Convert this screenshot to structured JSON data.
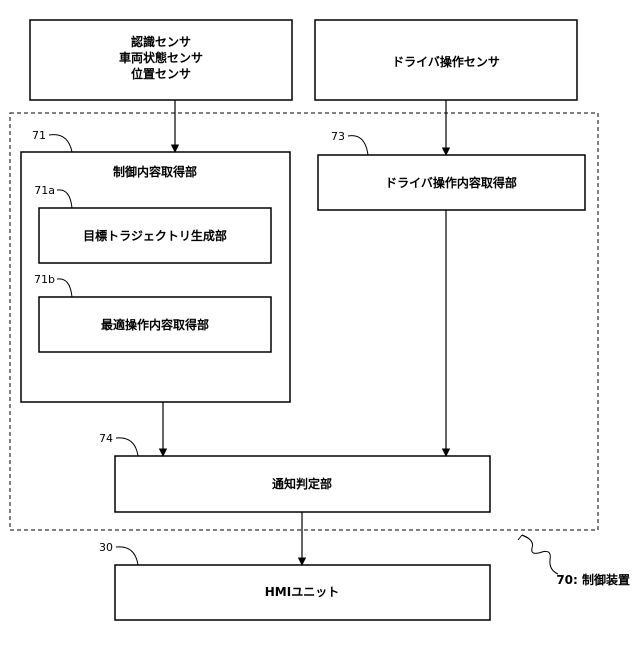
{
  "blocks": {
    "sensors": {
      "lines": [
        "認識センサ",
        "車両状態センサ",
        "位置センサ"
      ]
    },
    "driver_sensor": {
      "label": "ドライバ操作センサ"
    },
    "control_content": {
      "ref": "71",
      "label": "制御内容取得部"
    },
    "trajectory": {
      "ref": "71a",
      "label": "目標トラジェクトリ生成部"
    },
    "optimal_op": {
      "ref": "71b",
      "label": "最適操作内容取得部"
    },
    "driver_op": {
      "ref": "73",
      "label": "ドライバ操作内容取得部"
    },
    "notification": {
      "ref": "74",
      "label": "通知判定部"
    },
    "hmi": {
      "ref": "30",
      "label": "HMIユニット"
    },
    "control_device": {
      "label": "70: 制御装置"
    }
  }
}
